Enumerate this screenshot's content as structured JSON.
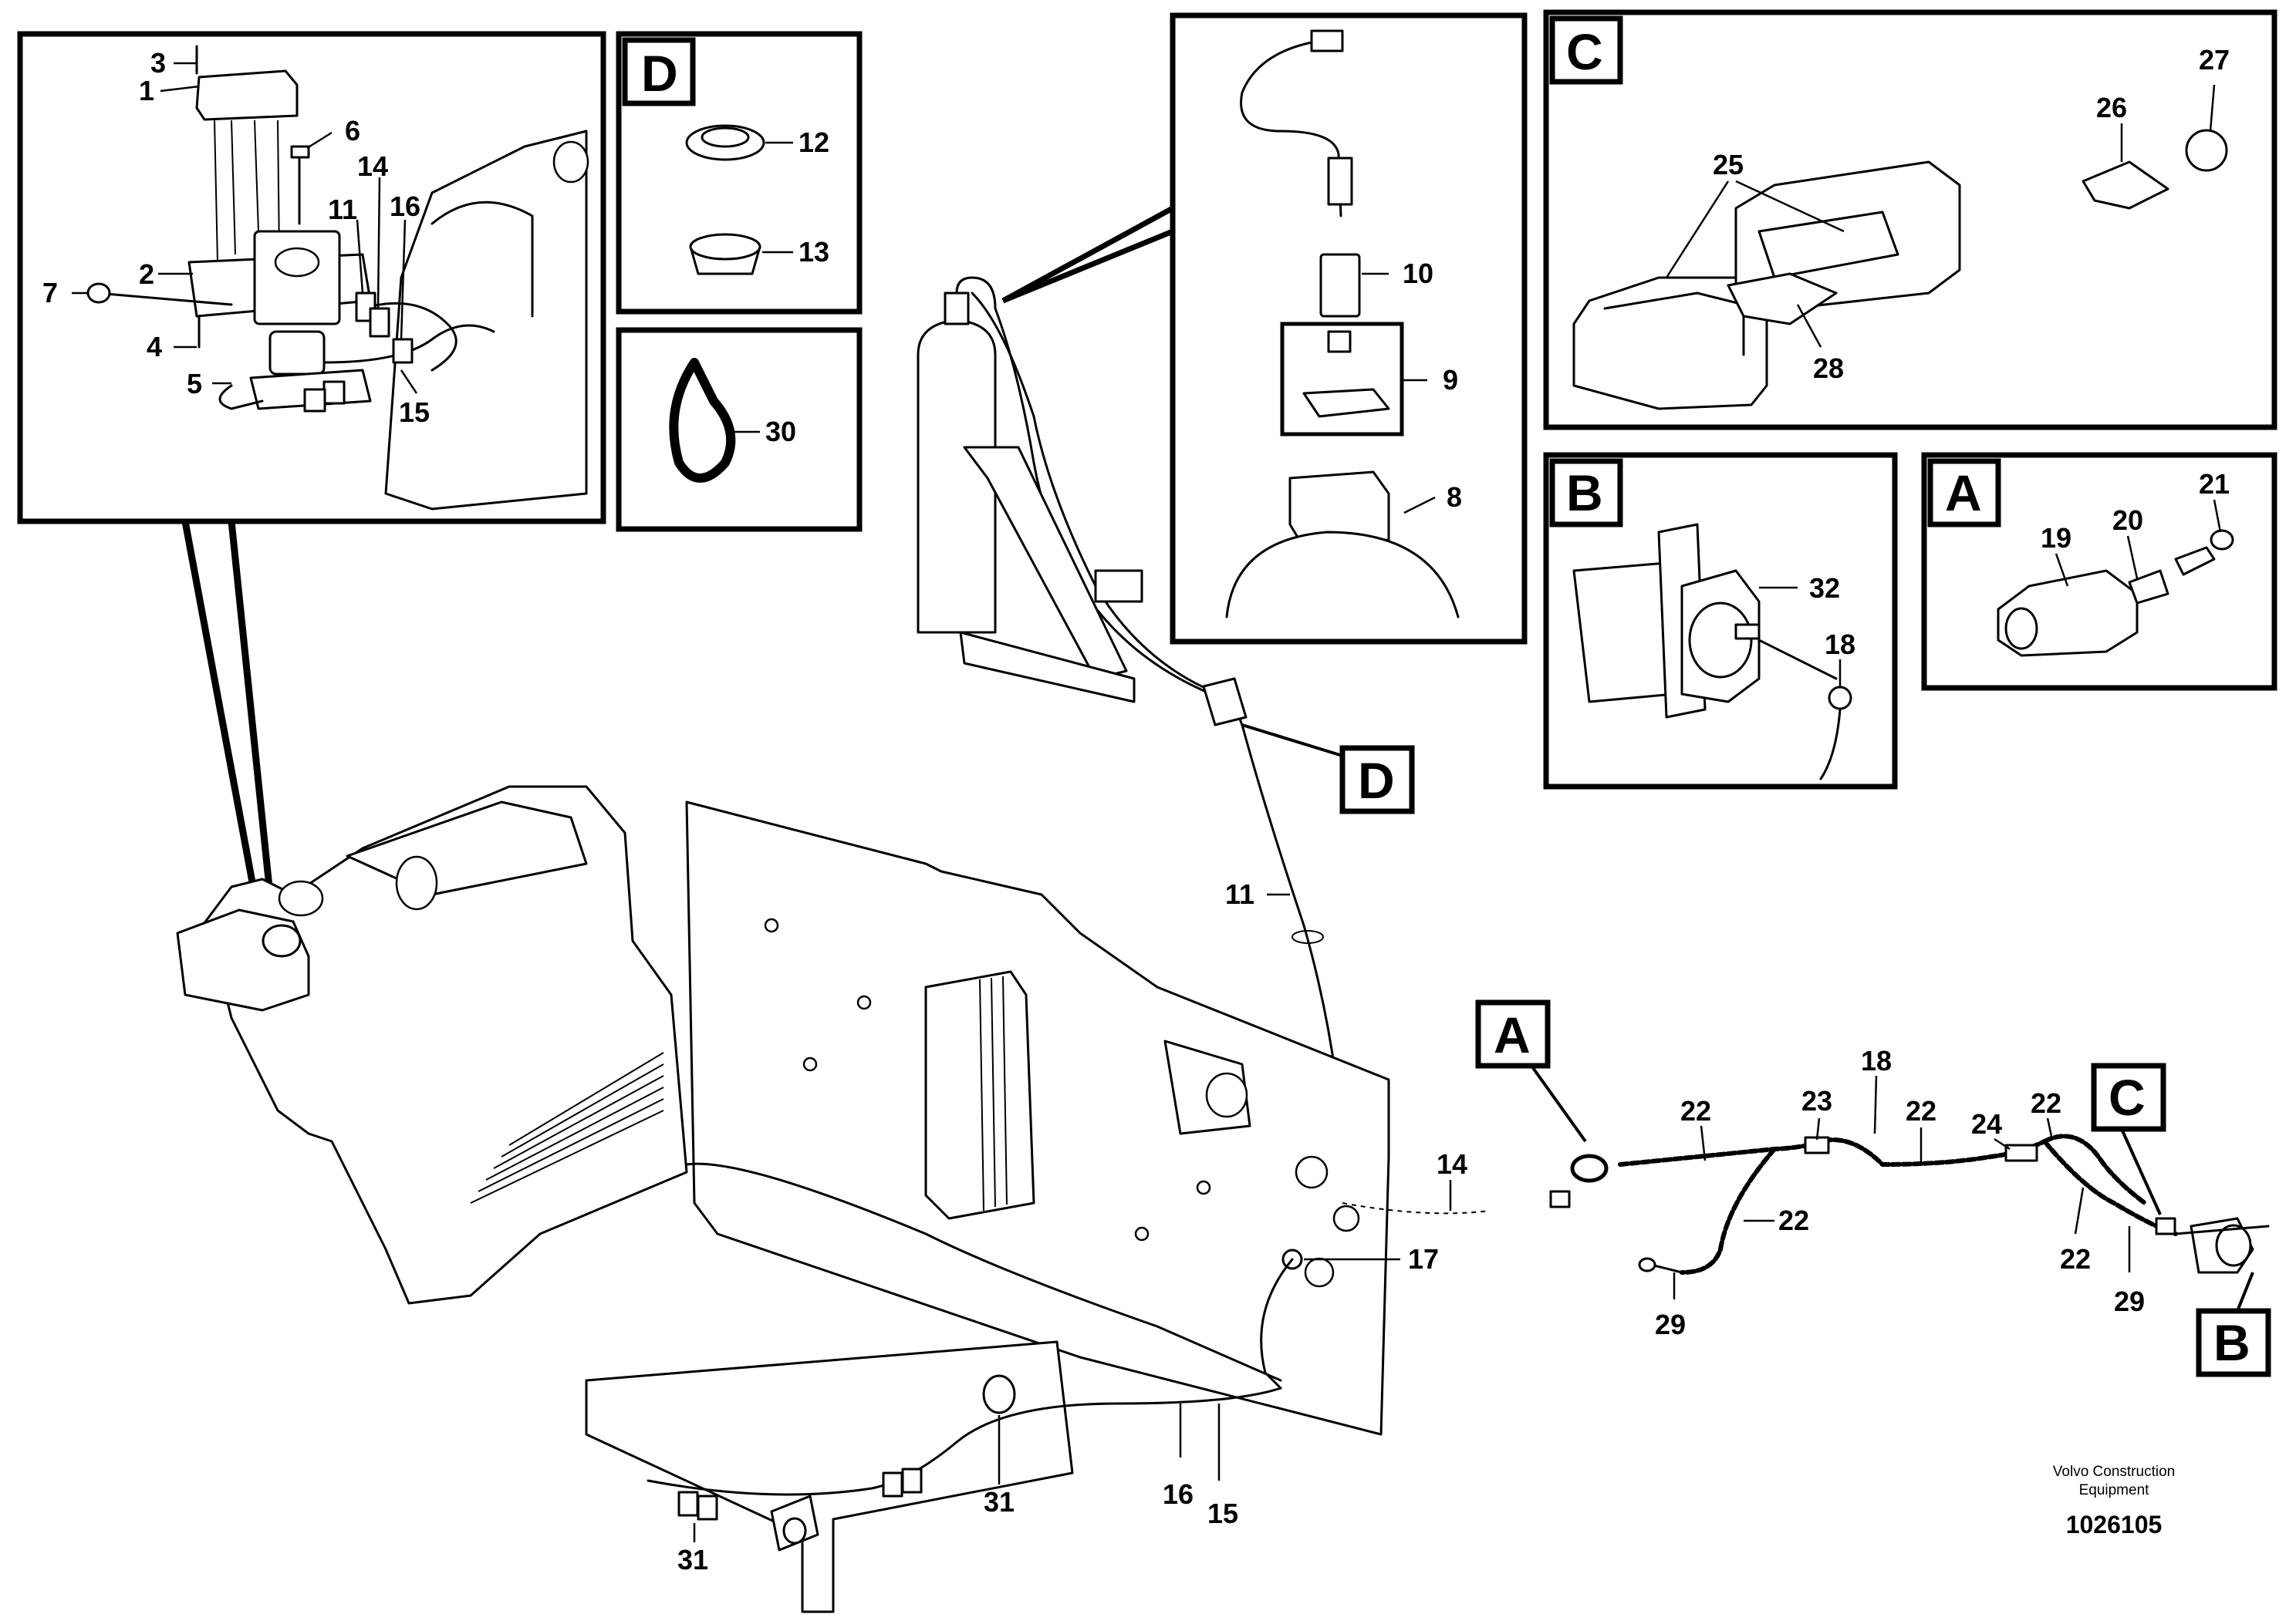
{
  "detail_tags": {
    "d_inset": "D",
    "c_inset": "C",
    "b_inset": "B",
    "a_inset": "A",
    "d_callout": "D",
    "a_callout": "A",
    "c_callout": "C",
    "b_callout": "B"
  },
  "part_numbers": {
    "n1": "1",
    "n2": "2",
    "n3": "3",
    "n4": "4",
    "n5": "5",
    "n6": "6",
    "n7": "7",
    "n8": "8",
    "n9": "9",
    "n10": "10",
    "n11_inset": "11",
    "n11_main": "11",
    "n12": "12",
    "n13": "13",
    "n14_inset": "14",
    "n14_main": "14",
    "n15_inset": "15",
    "n15_main": "15",
    "n16_inset": "16",
    "n16_main": "16",
    "n17": "17",
    "n18_b": "18",
    "n18_main": "18",
    "n19": "19",
    "n20": "20",
    "n21": "21",
    "n22_a": "22",
    "n22_b": "22",
    "n22_c": "22",
    "n22_d": "22",
    "n22_e": "22",
    "n23": "23",
    "n24": "24",
    "n25": "25",
    "n26": "26",
    "n27": "27",
    "n28": "28",
    "n29_a": "29",
    "n29_b": "29",
    "n30": "30",
    "n31_a": "31",
    "n31_b": "31",
    "n32": "32"
  },
  "footer": {
    "brand_line1": "Volvo Construction",
    "brand_line2": "Equipment",
    "doc_number": "1026105"
  }
}
